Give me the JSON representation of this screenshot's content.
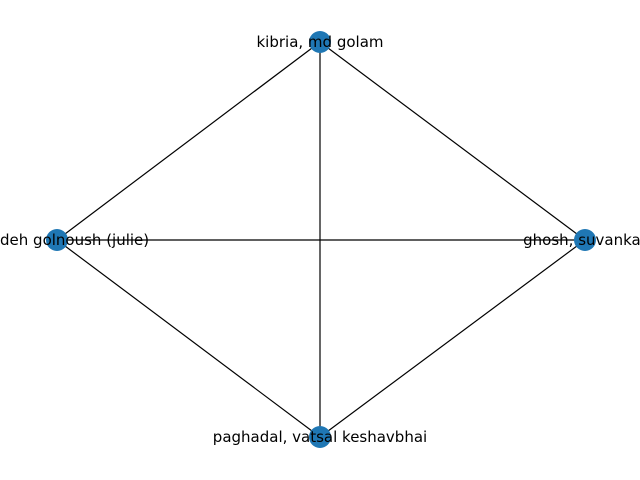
{
  "graph": {
    "node_color": "#1f77b4",
    "edge_color": "#000000",
    "label_color": "#000000",
    "nodes": [
      {
        "id": "kibria",
        "label": "kibria, md golam"
      },
      {
        "id": "ghosh",
        "label": "ghosh, suvankar"
      },
      {
        "id": "paghadal",
        "label": "paghadal, vatsal keshavbhai"
      },
      {
        "id": "seyedeh",
        "label": "seyedeh golnoush (julie)"
      }
    ],
    "edges": [
      [
        "kibria",
        "seyedeh"
      ],
      [
        "kibria",
        "ghosh"
      ],
      [
        "kibria",
        "paghadal"
      ],
      [
        "seyedeh",
        "ghosh"
      ],
      [
        "seyedeh",
        "paghadal"
      ],
      [
        "ghosh",
        "paghadal"
      ]
    ]
  }
}
